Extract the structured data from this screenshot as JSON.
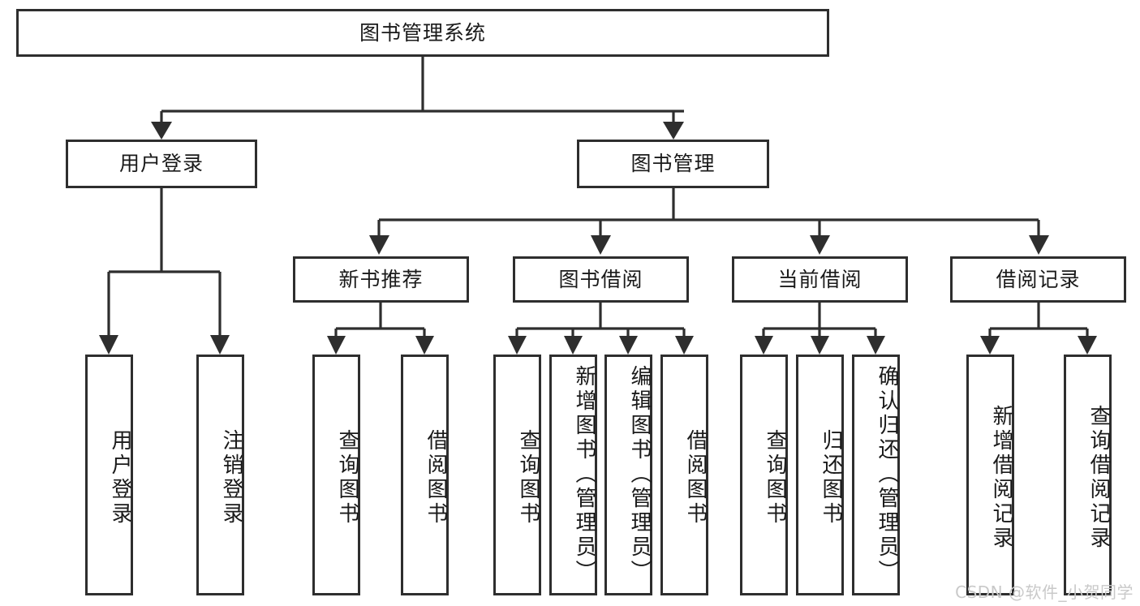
{
  "diagram": {
    "type": "tree-hierarchy",
    "title": "图书管理系统",
    "root": {
      "label": "图书管理系统"
    },
    "level2": [
      {
        "label": "用户登录"
      },
      {
        "label": "图书管理"
      }
    ],
    "level3": [
      {
        "label": "新书推荐"
      },
      {
        "label": "图书借阅"
      },
      {
        "label": "当前借阅"
      },
      {
        "label": "借阅记录"
      }
    ],
    "leaves": {
      "user_login": [
        {
          "label": "用户登录"
        },
        {
          "label": "注销登录"
        }
      ],
      "new_book_recommend": [
        {
          "label": "查询图书"
        },
        {
          "label": "借阅图书"
        }
      ],
      "book_borrow": [
        {
          "label": "查询图书"
        },
        {
          "label": "新增图书（管理员）"
        },
        {
          "label": "编辑图书（管理员）"
        },
        {
          "label": "借阅图书"
        }
      ],
      "current_borrow": [
        {
          "label": "查询图书"
        },
        {
          "label": "归还图书"
        },
        {
          "label": "确认归还（管理员）"
        }
      ],
      "borrow_records": [
        {
          "label": "新增借阅记录"
        },
        {
          "label": "查询借阅记录"
        }
      ]
    }
  },
  "watermark": {
    "text": "CSDN @软件_小贺同学"
  },
  "colors": {
    "stroke": "#2e2e2e",
    "background": "#ffffff",
    "text": "#1a1a1a",
    "watermark": "#c9c9c9"
  }
}
